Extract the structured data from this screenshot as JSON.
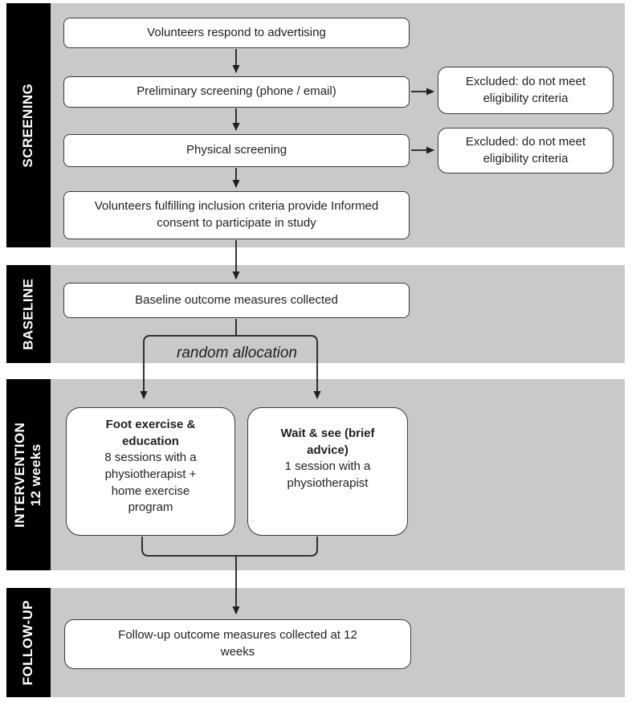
{
  "colors": {
    "section_bg": "#c9c9c9",
    "bar_bg": "#000000",
    "box_bg": "#ffffff",
    "box_border": "#3a3a3a",
    "arrow": "#1f1f1f",
    "bar_text": "#ffffff",
    "text": "#1f1f1f"
  },
  "sections": {
    "screening": {
      "label": "SCREENING"
    },
    "baseline": {
      "label": "BASELINE"
    },
    "intervention": {
      "label_line1": "INTERVENTION",
      "label_line2": "12 weeks"
    },
    "followup": {
      "label": "FOLLOW-UP"
    }
  },
  "boxes": {
    "advertising": "Volunteers respond to advertising",
    "preliminary_screening": "Preliminary screening (phone / email)",
    "physical_screening": "Physical screening",
    "consent": "Volunteers fulfilling inclusion criteria provide Informed consent to participate in study",
    "excluded_1": "Excluded: do not meet eligibility criteria",
    "excluded_2": "Excluded: do not meet eligibility criteria",
    "baseline_outcome": "Baseline outcome measures collected",
    "random_allocation": "random allocation",
    "arm_exercise": {
      "title": "Foot exercise & education",
      "body": "8 sessions with a physiotherapist + home exercise program"
    },
    "arm_waitsee": {
      "title": "Wait & see (brief advice)",
      "body": "1 session with a physiotherapist"
    },
    "followup_outcome": "Follow-up outcome measures collected at 12 weeks"
  }
}
